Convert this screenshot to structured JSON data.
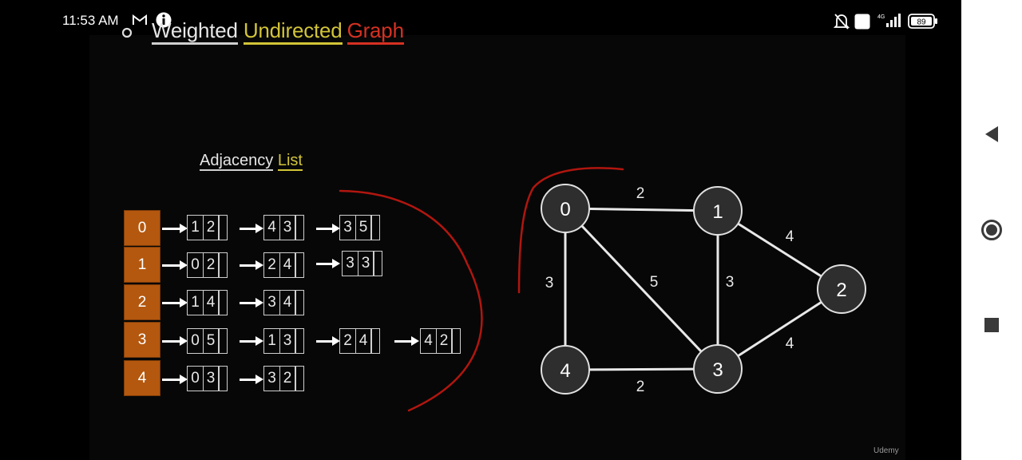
{
  "status_bar": {
    "time": "11:53 AM",
    "battery": "89",
    "network": "4G",
    "volte": "Vo LTE",
    "icons": [
      "gmail-icon",
      "info-icon",
      "mute-bell-icon",
      "volte-icon",
      "signal-icon",
      "battery-icon"
    ]
  },
  "slide": {
    "title_words": [
      "Weighted",
      "Undirected",
      "Graph"
    ],
    "subtitle_words": [
      "Adjacency",
      "List"
    ],
    "watermark": "Udemy"
  },
  "adjacency_list": {
    "heads": [
      "0",
      "1",
      "2",
      "3",
      "4"
    ],
    "rows": [
      [
        [
          "1",
          "2"
        ],
        [
          "4",
          "3"
        ],
        [
          "3",
          "5"
        ]
      ],
      [
        [
          "0",
          "2"
        ],
        [
          "2",
          "4"
        ],
        [
          "3",
          "3"
        ]
      ],
      [
        [
          "1",
          "4"
        ],
        [
          "3",
          "4"
        ]
      ],
      [
        [
          "0",
          "5"
        ],
        [
          "1",
          "3"
        ],
        [
          "2",
          "4"
        ],
        [
          "4",
          "2"
        ]
      ],
      [
        [
          "0",
          "3"
        ],
        [
          "3",
          "2"
        ]
      ]
    ]
  },
  "graph": {
    "vertices": [
      "0",
      "1",
      "2",
      "3",
      "4"
    ],
    "edges": [
      {
        "from": "0",
        "to": "1",
        "weight": "2"
      },
      {
        "from": "0",
        "to": "4",
        "weight": "3"
      },
      {
        "from": "0",
        "to": "3",
        "weight": "5"
      },
      {
        "from": "1",
        "to": "3",
        "weight": "3"
      },
      {
        "from": "1",
        "to": "2",
        "weight": "4"
      },
      {
        "from": "2",
        "to": "3",
        "weight": "4"
      },
      {
        "from": "4",
        "to": "3",
        "weight": "2"
      }
    ]
  },
  "colors": {
    "head_cell": "#b4580f",
    "title_white": "#e6e6e6",
    "title_yellow": "#d2c438",
    "title_red": "#d63122",
    "vertex_fill": "#2e2e2e",
    "ink_red": "#b0160f"
  },
  "nav": {
    "icons": [
      "back-icon",
      "home-icon",
      "recents-icon"
    ]
  }
}
